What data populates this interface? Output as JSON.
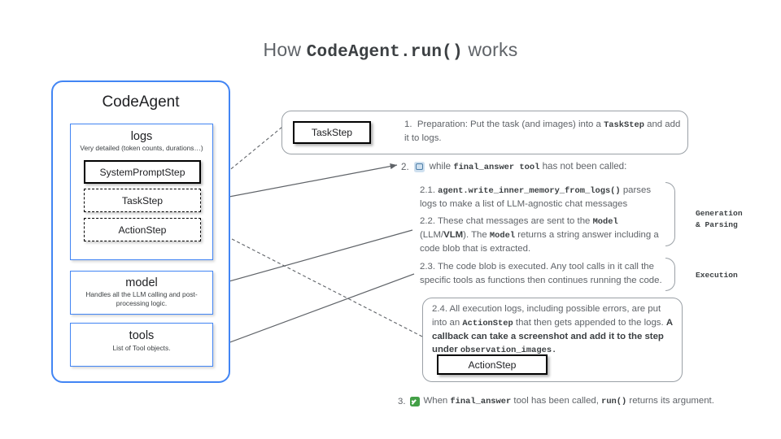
{
  "title": {
    "prefix": "How ",
    "code": "CodeAgent.run()",
    "suffix": " works"
  },
  "agent": {
    "name": "CodeAgent",
    "logs": {
      "title": "logs",
      "subtitle": "Very detailed (token counts, durations…)",
      "steps": [
        {
          "label": "SystemPromptStep",
          "style": "solid"
        },
        {
          "label": "TaskStep",
          "style": "dashed"
        },
        {
          "label": "ActionStep",
          "style": "dashed"
        }
      ]
    },
    "model": {
      "title": "model",
      "subtitle": "Handles all the LLM calling and post-processing logic."
    },
    "tools": {
      "title": "tools",
      "subtitle": "List of Tool objects."
    }
  },
  "flow": {
    "step1": {
      "box_label": "TaskStep",
      "number": "1.",
      "text_a": "Preparation: Put the task (and images) into a ",
      "code_a": "TaskStep",
      "text_b": " and add it to logs."
    },
    "step2": {
      "number": "2.",
      "icon": "repeat-loop-emoji",
      "text_a": "while ",
      "code_a": "final_answer tool",
      "text_b": " has not been called:",
      "substeps": [
        {
          "number": "2.1.",
          "code_a": "agent.write_inner_memory_from_logs()",
          "text_a": " parses logs to make a list of LLM-agnostic chat messages"
        },
        {
          "number": "2.2.",
          "text_a": "These chat messages are sent to the ",
          "code_a": "Model",
          "text_b": " (LLM/",
          "bold_a": "VLM",
          "text_c": "). The ",
          "code_b": "Model",
          "text_d": " returns a string answer including a code blob that is extracted."
        },
        {
          "number": "2.3.",
          "text_a": "The code blob is executed. Any tool calls in it call the specific tools as functions then continues running the code."
        },
        {
          "number": "2.4.",
          "text_a": "All execution logs, including possible errors, are put into an ",
          "code_a": "ActionStep",
          "text_b": " that then gets appended to the logs. ",
          "bold_a": "A callback can  take a screenshot and add it to the step under ",
          "code_b": "observation_images.",
          "box_label": "ActionStep"
        }
      ],
      "group_labels": [
        "Generation\n& Parsing",
        "Execution"
      ]
    },
    "step3": {
      "number": "3.",
      "icon": "green-check-emoji",
      "text_a": "When ",
      "code_a": "final_answer",
      "text_b": " tool has been called, ",
      "code_b": "run()",
      "text_c": " returns its argument."
    }
  },
  "colors": {
    "accent_blue": "#4285f4",
    "text_gray": "#5f6368",
    "dark_text": "#3c4043",
    "panel_border": "#9aa0a6",
    "check_green": "#43a047",
    "loop_blue": "#cfe0ef"
  }
}
